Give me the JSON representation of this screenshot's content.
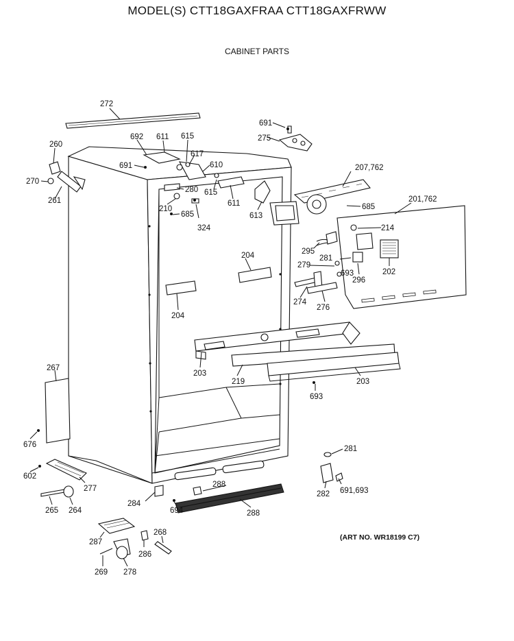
{
  "header": {
    "title": "MODEL(S) CTT18GAXFRAA  CTT18GAXFRWW",
    "subtitle": "CABINET PARTS"
  },
  "footer": {
    "art_no": "(ART NO. WR18199 C7)"
  },
  "callouts": [
    "272",
    "691",
    "275",
    "260",
    "692",
    "611",
    "615",
    "617",
    "691",
    "610",
    "207,762",
    "270",
    "261",
    "280",
    "615",
    "611",
    "685",
    "201,762",
    "210",
    "685",
    "324",
    "613",
    "214",
    "295",
    "281",
    "279",
    "693",
    "296",
    "202",
    "204",
    "204",
    "274",
    "276",
    "203",
    "219",
    "203",
    "693",
    "267",
    "676",
    "281",
    "602",
    "277",
    "288",
    "284",
    "694",
    "288",
    "282",
    "691,693",
    "265",
    "264",
    "268",
    "287",
    "286",
    "269",
    "278"
  ]
}
